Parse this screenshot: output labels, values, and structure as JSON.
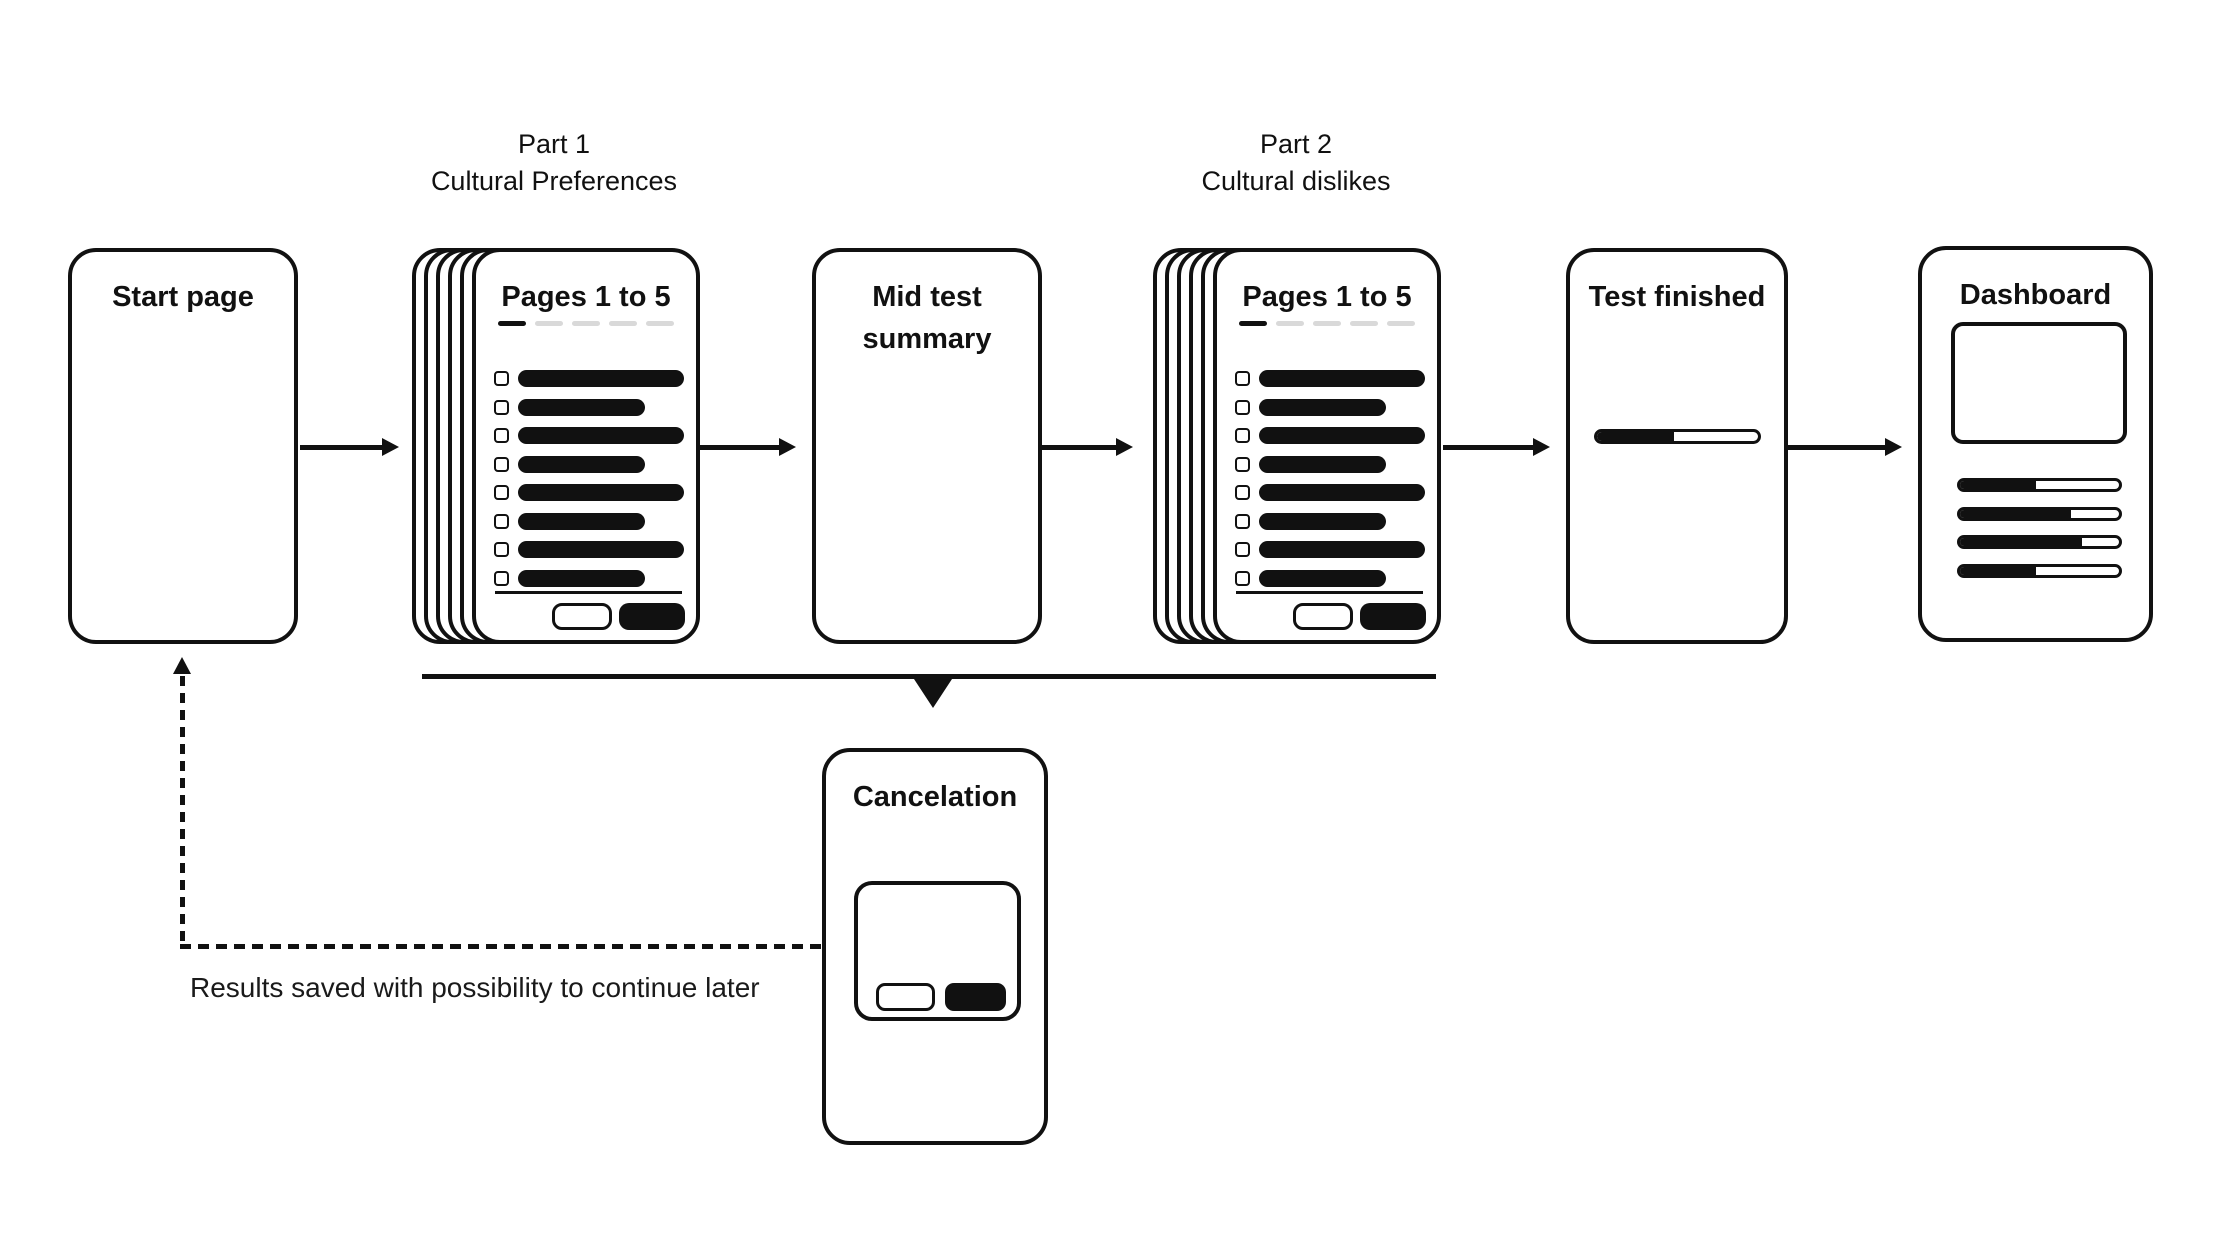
{
  "diagram": {
    "labels": {
      "part1": {
        "line1": "Part 1",
        "line2": "Cultural Preferences"
      },
      "part2": {
        "line1": "Part 2",
        "line2": "Cultural dislikes"
      }
    },
    "screens": {
      "start": {
        "title": "Start page"
      },
      "part1_pages": {
        "title": "Pages 1 to 5",
        "progress": {
          "total_steps": 5,
          "current_step": 1
        },
        "question_rows": 8,
        "row_bar_widths": [
          166,
          127,
          166,
          127,
          166,
          127,
          166,
          127
        ]
      },
      "mid_summary": {
        "title_lines": [
          "Mid test",
          "summary"
        ]
      },
      "part2_pages": {
        "title": "Pages 1 to 5",
        "progress": {
          "total_steps": 5,
          "current_step": 1
        },
        "question_rows": 8,
        "row_bar_widths": [
          166,
          127,
          166,
          127,
          166,
          127,
          166,
          127
        ]
      },
      "test_finished": {
        "title": "Test finished",
        "progress_percent": 48
      },
      "dashboard": {
        "title": "Dashboard",
        "stat_bars_percent": [
          48,
          70,
          77,
          48
        ]
      },
      "cancelation": {
        "title": "Cancelation"
      }
    },
    "footer_note": "Results saved with possibility to continue later",
    "colors": {
      "ink": "#111111",
      "inactive_step": "#d9d9d9",
      "background": "#ffffff"
    }
  }
}
